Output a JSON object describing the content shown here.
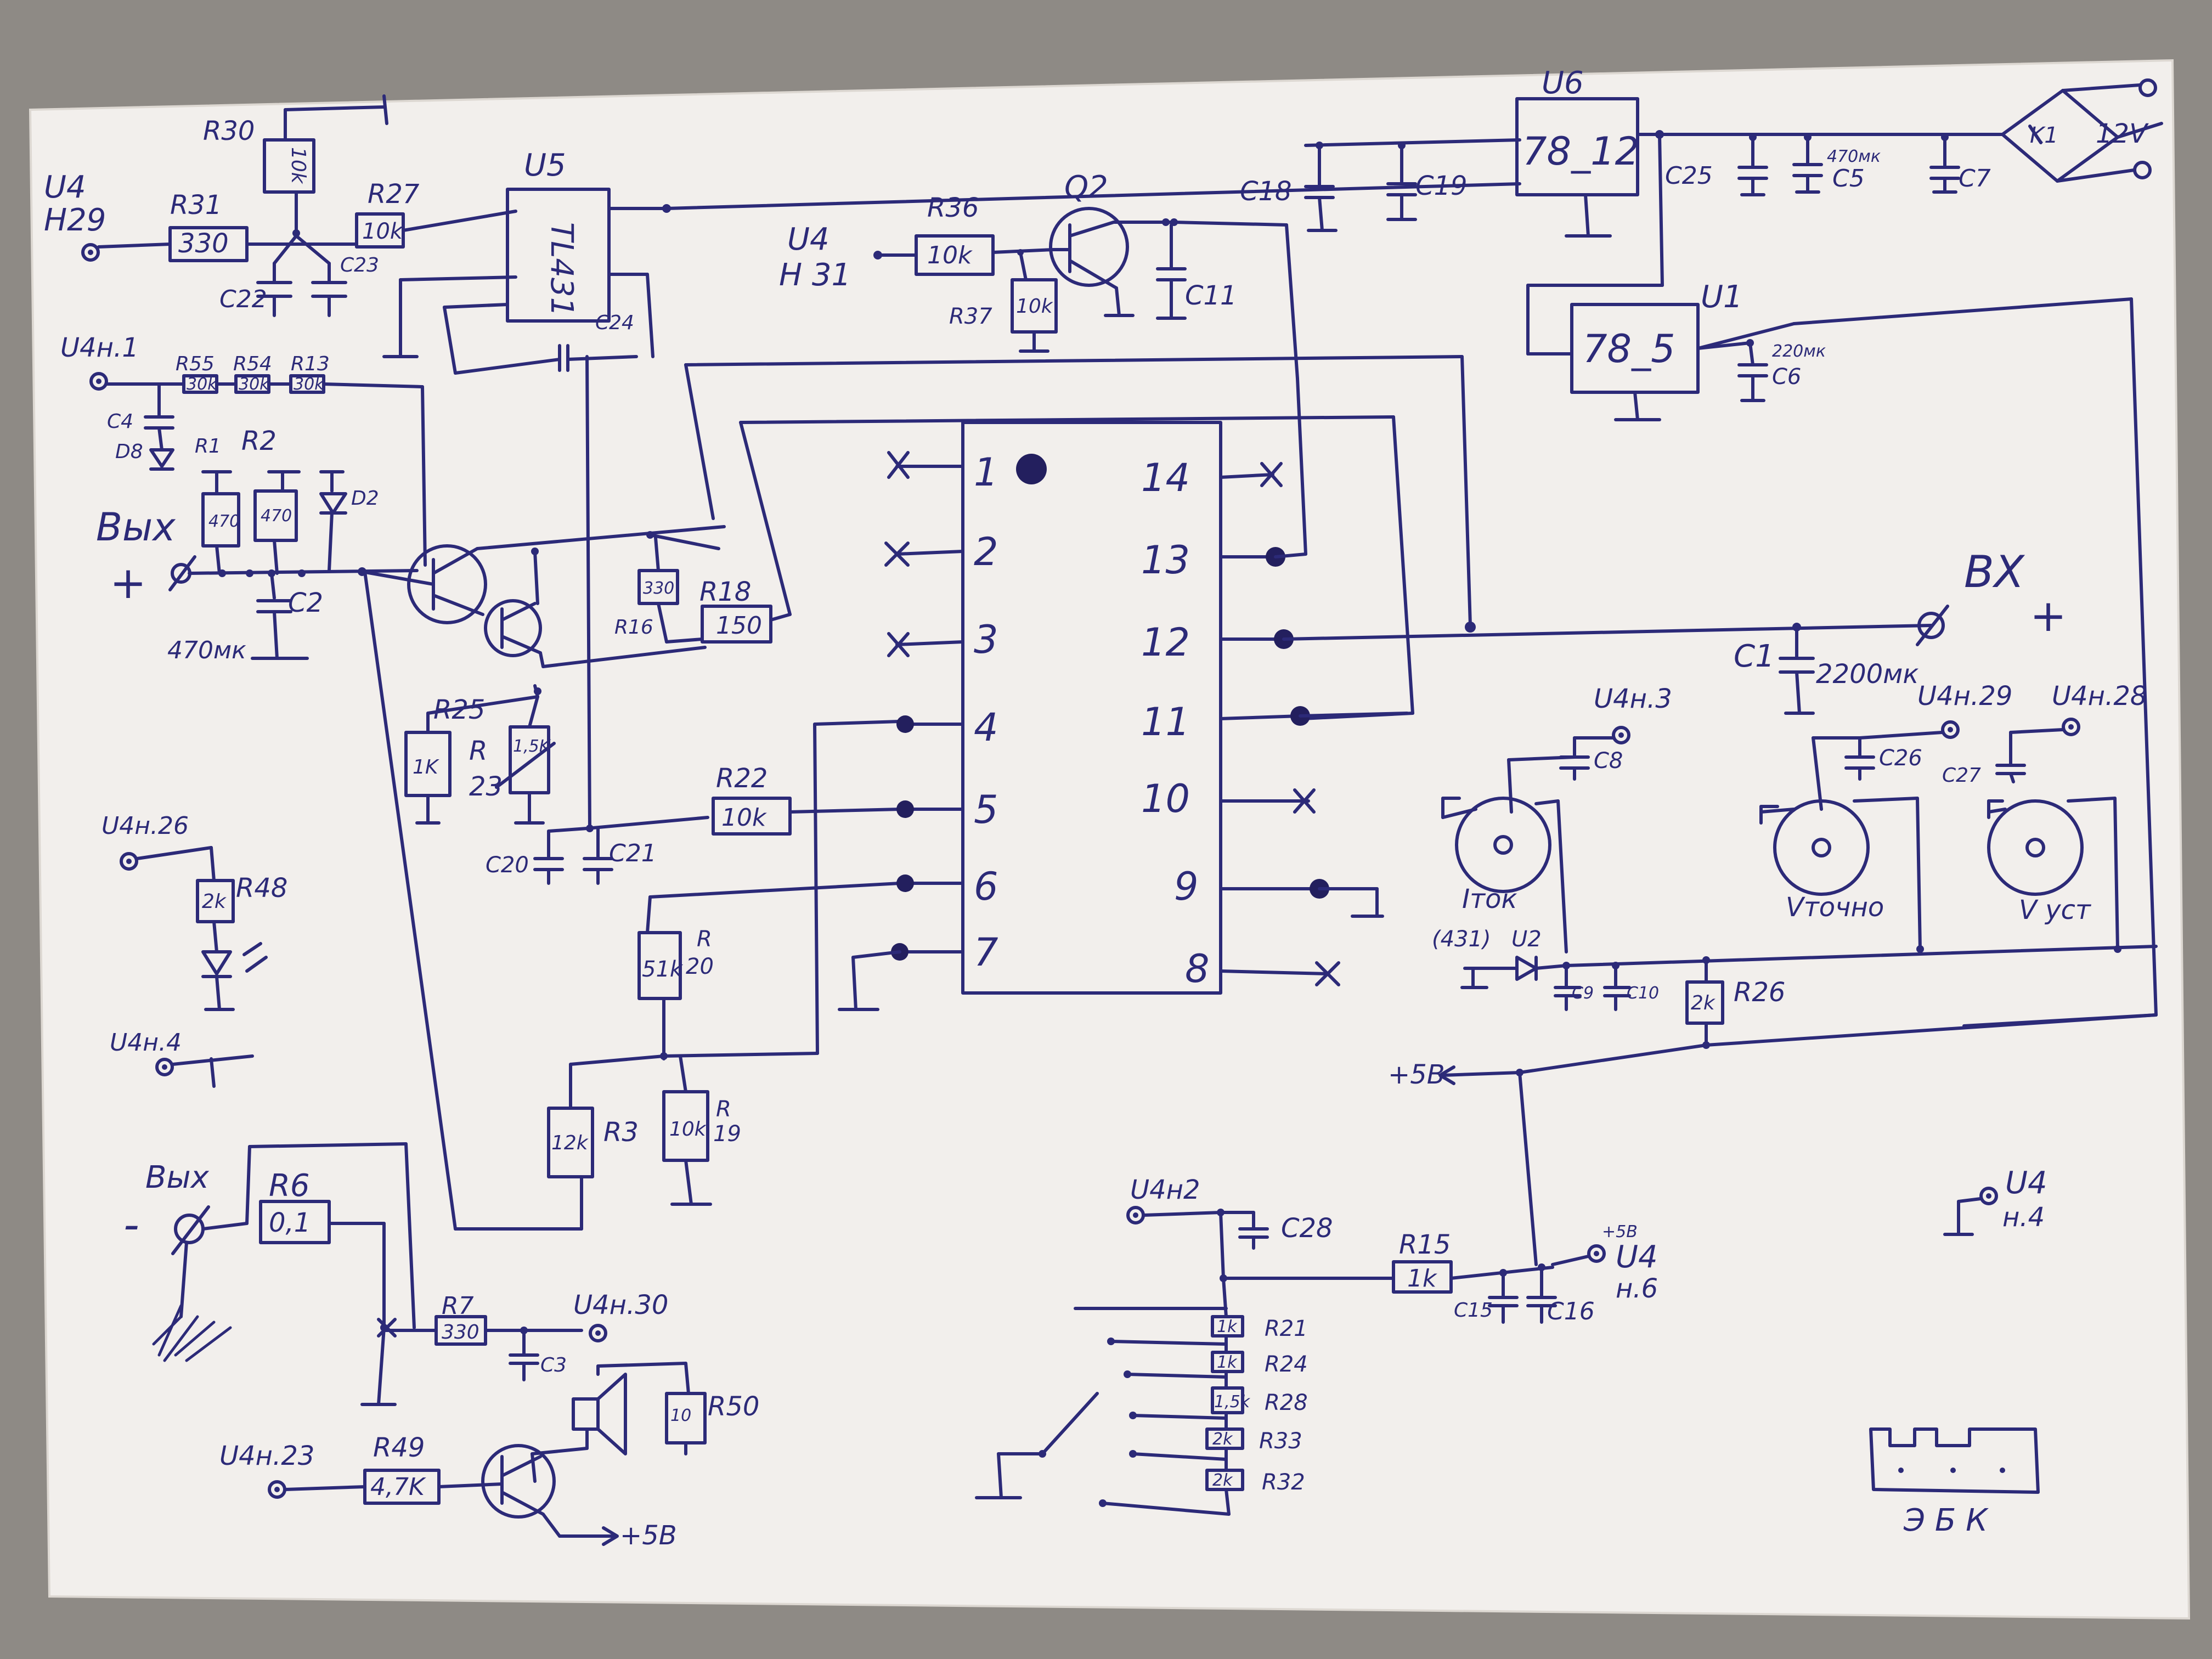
{
  "colors": {
    "paper": "#f2efec",
    "ink": "#2c2a78",
    "background": "#8e8a85"
  },
  "labels": {
    "U4_H29": "U4",
    "H29": "H29",
    "R30": "R30",
    "R30_val": "10k",
    "R31": "R31",
    "R31_val": "330",
    "R27": "R27",
    "R27_val": "10k",
    "C22": "C22",
    "C23": "C23",
    "U5": "U5",
    "U5_chip": "TL431",
    "C24": "C24",
    "U4_n1": "U4н.1",
    "R55": "R55",
    "R54": "R54",
    "R13": "R13",
    "R55_val": "30k",
    "R54_val": "30k",
    "R13_val": "30k",
    "C4": "C4",
    "D8": "D8",
    "R1": "R1",
    "R2": "R2",
    "R1_val": "470",
    "R2_val": "470",
    "D2": "D2",
    "vyx": "Bыx",
    "plus": "+",
    "C2": "C2",
    "C2_val": "470мк",
    "R16": "R16",
    "R16_val": "330",
    "R18": "R18",
    "R18_val": "150",
    "R25": "R25",
    "R25_val": "1K",
    "R23": "R",
    "R23_num": "23",
    "R23_val": "1,5K",
    "C20": "C20",
    "C21": "C21",
    "R22": "R22",
    "R22_val": "10k",
    "R20": "R",
    "R20_num": "20",
    "R20_val": "51k",
    "R3": "R3",
    "R3_val": "12k",
    "R19": "R",
    "R19_num": "19",
    "R19_val": "10k",
    "U4_n26": "U4н.26",
    "R48": "R48",
    "R48_val": "2k",
    "U4_n4": "U4н.4",
    "vyx_minus": "Bыx",
    "minus": "-",
    "R6": "R6",
    "R6_val": "0,1",
    "R7": "R7",
    "R7_val": "330",
    "C3": "C3",
    "U4_n30": "U4н.30",
    "R50": "R50",
    "R50_val": "10",
    "U4_n23": "U4н.23",
    "R49": "R49",
    "R49_val": "4,7K",
    "plus5B_bottom": "+5B",
    "U4_H31": "U4",
    "H31": "H 31",
    "R36": "R36",
    "R36_val": "10k",
    "R37": "R37",
    "R37_val": "10k",
    "Q2": "Q2",
    "C11": "C11",
    "C18": "C18",
    "C19": "C19",
    "U6": "U6",
    "U6_chip": "78_12",
    "C25": "C25",
    "C5": "C5",
    "C5_val": "470мк",
    "C7": "C7",
    "K1": "K1",
    "V12": "12V",
    "U1": "U1",
    "U1_chip": "78_5",
    "C6": "C6",
    "C6_val": "220мк",
    "pins_left": [
      "1",
      "2",
      "3",
      "4",
      "5",
      "6",
      "7"
    ],
    "pins_right": [
      "14",
      "13",
      "12",
      "11",
      "10",
      "9",
      "8"
    ],
    "BX": "BX",
    "BX_plus": "+",
    "C1": "C1",
    "C1_val": "2200мк",
    "U4_n3": "U4н.3",
    "C8": "C8",
    "U4_n29": "U4н.29",
    "U4_n28": "U4н.28",
    "C26": "C26",
    "C27": "C27",
    "Itok": "Iток",
    "Vtochno": "Vточно",
    "Vust": "V уст",
    "U2_431": "(431)",
    "U2": "U2",
    "C9": "C9",
    "C10": "C10",
    "R26": "R26",
    "R26_val": "2k",
    "plus5B": "+5B",
    "U4_n2": "U4н2",
    "C28": "C28",
    "R15": "R15",
    "R15_val": "1k",
    "C15": "C15",
    "C16": "C16",
    "U4_n6": "U4",
    "n6": "н.6",
    "plus5B_small": "+5B",
    "R21": "R21",
    "R24": "R24",
    "R28": "R28",
    "R33": "R33",
    "R32": "R32",
    "R21_val": "1k",
    "R24_val": "1k",
    "R28_val": "1,5k",
    "R33_val": "2k",
    "R32_val": "2k",
    "U4_n4_right": "U4",
    "n4_right": "н.4",
    "EBK": "Э Б К"
  }
}
